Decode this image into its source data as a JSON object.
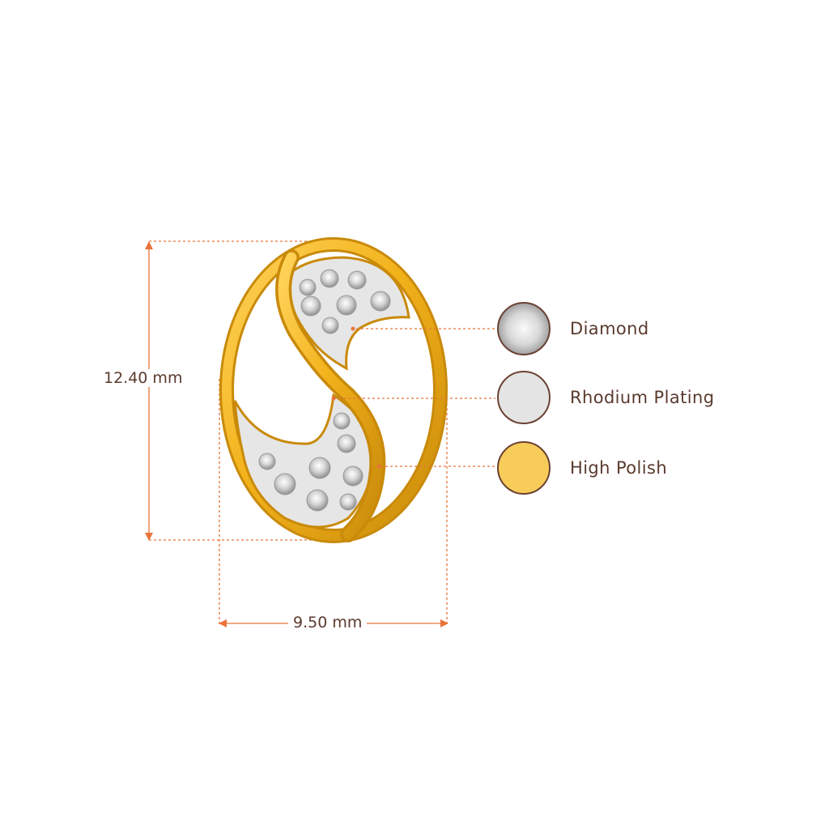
{
  "dimensions": {
    "height": "12.40 mm",
    "width": "9.50 mm"
  },
  "legend": [
    {
      "label": "Diamond",
      "icon": "diamond-icon",
      "color": "#d8d8d8"
    },
    {
      "label": "Rhodium Plating",
      "icon": "rhodium-plating-icon",
      "color": "#e4e4e4"
    },
    {
      "label": "High Polish",
      "icon": "high-polish-icon",
      "color": "#f8cc58"
    }
  ],
  "colors": {
    "dimension_line": "#e8733a",
    "text": "#5a3a2e",
    "gold": "#f2b21b",
    "gold_dark": "#c98a0a",
    "rhodium": "#e6e6e6"
  }
}
